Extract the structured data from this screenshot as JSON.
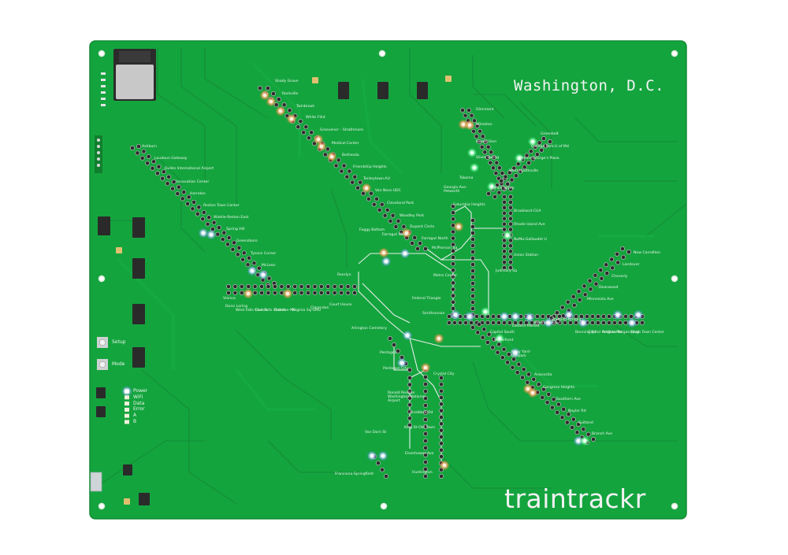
{
  "board": {
    "title": "Washington, D.C.",
    "brand": "traintrackr",
    "pcb_color": "#14a43e",
    "silkscreen_color": "#f2f2f2"
  },
  "controls": {
    "setup_label": "Setup",
    "mode_label": "Mode"
  },
  "status_leds": [
    {
      "label": "Power",
      "color": "#dfe8ff",
      "lit": true
    },
    {
      "label": "WiFi",
      "color": "#f3f0dc",
      "lit": false
    },
    {
      "label": "Data",
      "color": "#f3f0dc",
      "lit": false
    },
    {
      "label": "Error",
      "color": "#f3f0dc",
      "lit": false
    },
    {
      "label": "A",
      "color": "#f3f0dc",
      "lit": false
    },
    {
      "label": "B",
      "color": "#f3f0dc",
      "lit": false
    }
  ],
  "stations": [
    {
      "name": "Shady Grove"
    },
    {
      "name": "Rockville"
    },
    {
      "name": "Twinbrook"
    },
    {
      "name": "White Flint"
    },
    {
      "name": "Grosvenor – Strathmore"
    },
    {
      "name": "Medical Center"
    },
    {
      "name": "Bethesda"
    },
    {
      "name": "Friendship Heights"
    },
    {
      "name": "Tenleytown-AU"
    },
    {
      "name": "Van Ness-UDC"
    },
    {
      "name": "Cleveland Park"
    },
    {
      "name": "Woodley Park"
    },
    {
      "name": "Dupont Circle"
    },
    {
      "name": "Farragut North"
    },
    {
      "name": "Glenmont"
    },
    {
      "name": "Wheaton"
    },
    {
      "name": "Forest Glen"
    },
    {
      "name": "Silver Spring"
    },
    {
      "name": "Takoma"
    },
    {
      "name": "Fort Totten"
    },
    {
      "name": "Greenbelt"
    },
    {
      "name": "College Park-U of Md"
    },
    {
      "name": "Prince George's Plaza"
    },
    {
      "name": "West Hyattsville"
    },
    {
      "name": "Georgia Ave-Petworth"
    },
    {
      "name": "Columbia Heights"
    },
    {
      "name": "Brookland-CUA"
    },
    {
      "name": "Rhode Island Ave"
    },
    {
      "name": "NoMa-Gallaudet U"
    },
    {
      "name": "Union Station"
    },
    {
      "name": "Judiciary Sq"
    },
    {
      "name": "Ashburn"
    },
    {
      "name": "Loudoun Gateway"
    },
    {
      "name": "Dulles International Airport"
    },
    {
      "name": "Innovation Center"
    },
    {
      "name": "Herndon"
    },
    {
      "name": "Reston Town Center"
    },
    {
      "name": "Wiehle-Reston East"
    },
    {
      "name": "Spring Hill"
    },
    {
      "name": "Greensboro"
    },
    {
      "name": "Tysons Corner"
    },
    {
      "name": "McLean"
    },
    {
      "name": "Vienna"
    },
    {
      "name": "Dunn Loring"
    },
    {
      "name": "West Falls Church"
    },
    {
      "name": "East Falls Church"
    },
    {
      "name": "Ballston-MU"
    },
    {
      "name": "Virginia Sq-GMU"
    },
    {
      "name": "Clarendon"
    },
    {
      "name": "Court House"
    },
    {
      "name": "Rosslyn"
    },
    {
      "name": "Foggy Bottom"
    },
    {
      "name": "Farragut West"
    },
    {
      "name": "McPherson Sq"
    },
    {
      "name": "Metro Center"
    },
    {
      "name": "Federal Triangle"
    },
    {
      "name": "Smithsonian"
    },
    {
      "name": "Arlington Cemetery"
    },
    {
      "name": "Pentagon"
    },
    {
      "name": "Pentagon City"
    },
    {
      "name": "Crystal City"
    },
    {
      "name": "Ronald Reagan Washington National Airport"
    },
    {
      "name": "Braddock Rd"
    },
    {
      "name": "King St-Old Town"
    },
    {
      "name": "Van Dorn St"
    },
    {
      "name": "Eisenhower Ave"
    },
    {
      "name": "Franconia-Springfield"
    },
    {
      "name": "Huntington"
    },
    {
      "name": "Waterfront"
    },
    {
      "name": "Navy Yard-Ballpark"
    },
    {
      "name": "Anacostia"
    },
    {
      "name": "Congress Heights"
    },
    {
      "name": "Southern Ave"
    },
    {
      "name": "Naylor Rd"
    },
    {
      "name": "Suitland"
    },
    {
      "name": "Branch Ave"
    },
    {
      "name": "New Carrollton"
    },
    {
      "name": "Landover"
    },
    {
      "name": "Cheverly"
    },
    {
      "name": "Deanwood"
    },
    {
      "name": "Minnesota Ave"
    },
    {
      "name": "Capitol South"
    },
    {
      "name": "Eastern Market"
    },
    {
      "name": "Potomac Ave"
    },
    {
      "name": "Stadium-Armory"
    },
    {
      "name": "Benning Rd"
    },
    {
      "name": "Capitol Heights"
    },
    {
      "name": "Addison Rd"
    },
    {
      "name": "Morgan Blvd"
    },
    {
      "name": "Largo Town Center"
    }
  ]
}
